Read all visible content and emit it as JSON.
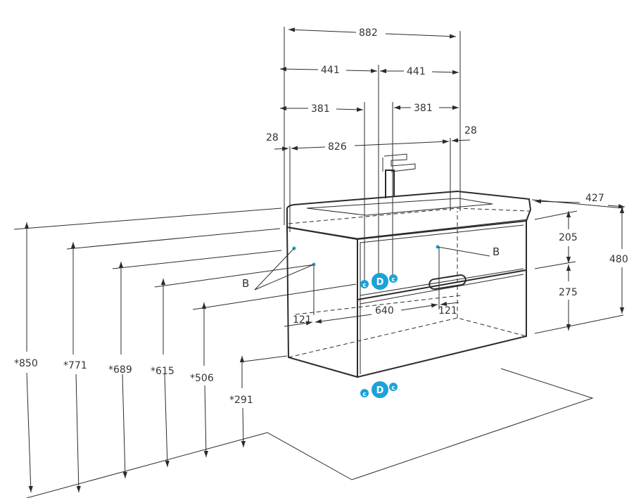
{
  "diagram": {
    "top_dimensions": {
      "total_width": "882",
      "half_left": "441",
      "half_right": "441",
      "side_left": "381",
      "side_right": "381",
      "edge_left": "28",
      "edge_right": "28",
      "inner_width": "826"
    },
    "depth": "427",
    "side_heights": {
      "top": "205",
      "bottom": "275",
      "total": "480"
    },
    "front_dimensions": {
      "left": "121",
      "middle": "640",
      "right": "121"
    },
    "floor_heights": [
      "*850",
      "*771",
      "*689",
      "*615",
      "*506",
      "*291"
    ],
    "point_labels": {
      "left": "B",
      "right": "B"
    },
    "utility_symbol": {
      "center": "D",
      "left": "c",
      "right": "c"
    },
    "colors": {
      "line": "#2b2b2b",
      "accent": "#1aa3d9",
      "text": "#333333"
    }
  }
}
